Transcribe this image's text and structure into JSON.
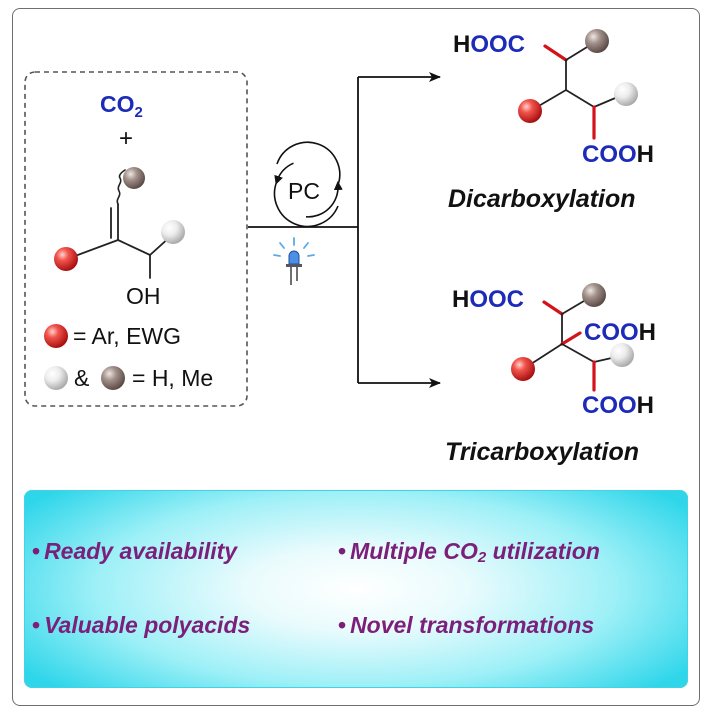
{
  "colors": {
    "blue": "#1c2bb8",
    "red_bond": "#d3121a",
    "purple": "#7b1f7a",
    "panel_cyan": "#2fd6ea",
    "ball_red": "#e5312f",
    "ball_brown": "#8e7b76",
    "ball_white": "#dcdcdc"
  },
  "substrate": {
    "co2": "CO",
    "co2_sub": "2",
    "plus": "+",
    "oh": "OH",
    "legend_red": "= Ar, EWG",
    "legend_amp": "&",
    "legend_hme": "= H, Me"
  },
  "conditions": {
    "catalyst": "PC",
    "light_icon": "led-light-icon"
  },
  "dicarboxylation": {
    "hooc_h": "H",
    "hooc_ooc": "OOC",
    "cooh_coo": "COO",
    "cooh_h": "H",
    "label": "Dicarboxylation"
  },
  "tricarboxylation": {
    "hooc_h": "H",
    "hooc_ooc": "OOC",
    "cooh1_coo": "COO",
    "cooh1_h": "H",
    "cooh2_coo": "COO",
    "cooh2_h": "H",
    "label": "Tricarboxylation"
  },
  "features": {
    "ready": "Ready availability",
    "multiple_pre": "Multiple CO",
    "multiple_sub": "2",
    "multiple_post": " utilization",
    "polyacids": "Valuable polyacids",
    "novel": "Novel transformations",
    "bullet": "•"
  }
}
